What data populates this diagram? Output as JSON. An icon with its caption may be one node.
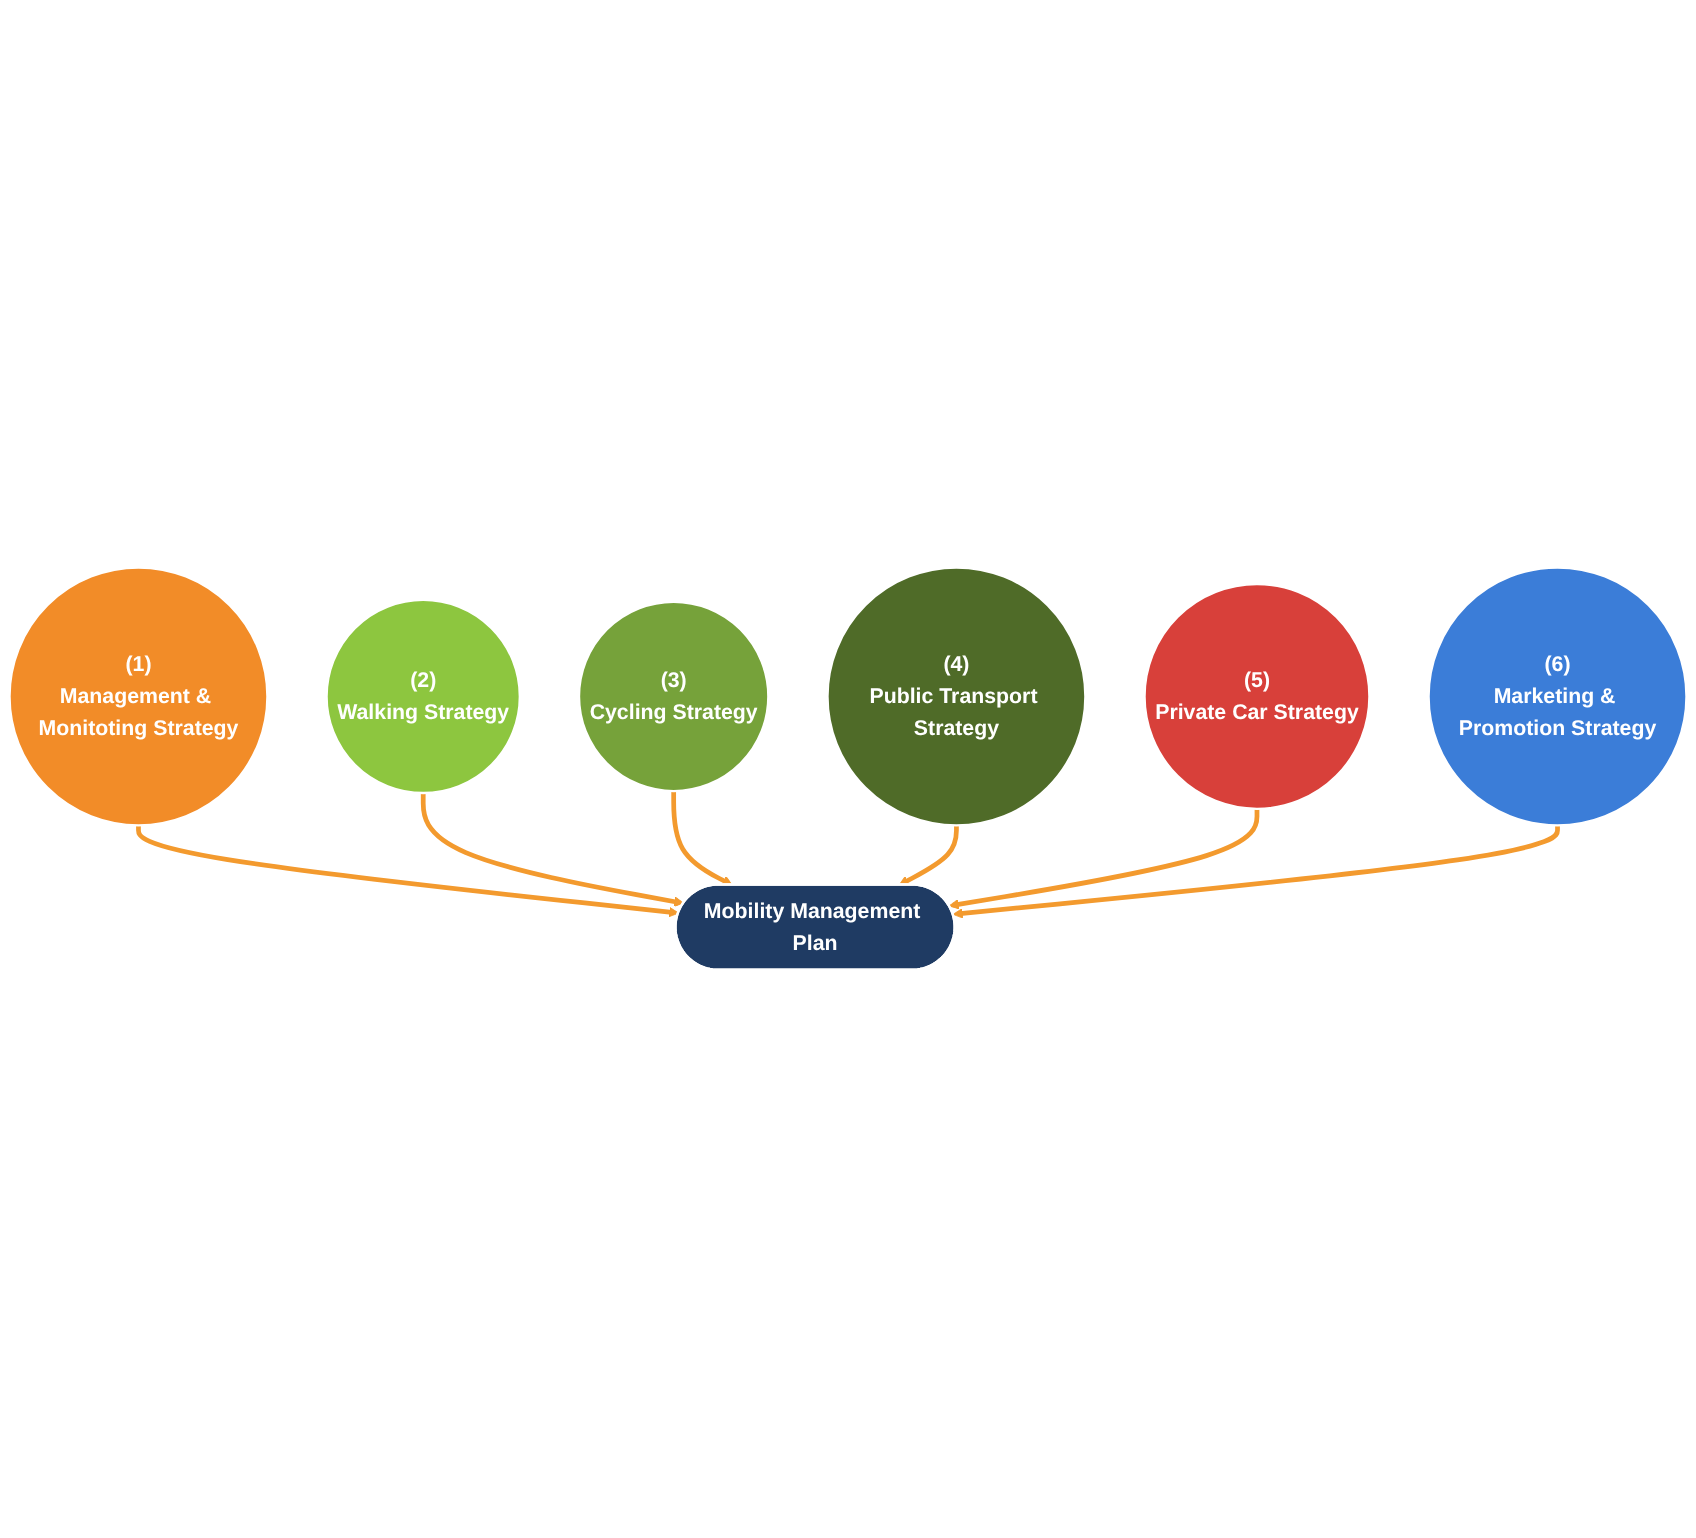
{
  "diagram": {
    "nodes": [
      {
        "text": [
          "(1)",
          "Management & Monitoting Strategy"
        ]
      },
      {
        "text": [
          "(6)",
          "Marketing & Promotion Strategy"
        ]
      },
      {
        "text": [
          "(2)",
          "Walking Strategy"
        ]
      },
      {
        "text": [
          "Mobility Management Plan"
        ]
      },
      {
        "text": [
          "(5)",
          "Private Car Strategy"
        ]
      },
      {
        "text": [
          "(3)",
          "Cycling Strategy"
        ]
      },
      {
        "text": [
          "(4)",
          "Public Transport Strategy"
        ]
      }
    ],
    "edges": [
      {
        "from": 0,
        "to": 3,
        "arrow": "to"
      },
      {
        "from": 2,
        "to": 3,
        "arrow": "to"
      },
      {
        "from": 5,
        "to": 3,
        "arrow": "to"
      },
      {
        "from": 6,
        "to": 3,
        "arrow": "to"
      },
      {
        "from": 4,
        "to": 3,
        "arrow": "to"
      },
      {
        "from": 1,
        "to": 3,
        "arrow": "to"
      }
    ]
  }
}
